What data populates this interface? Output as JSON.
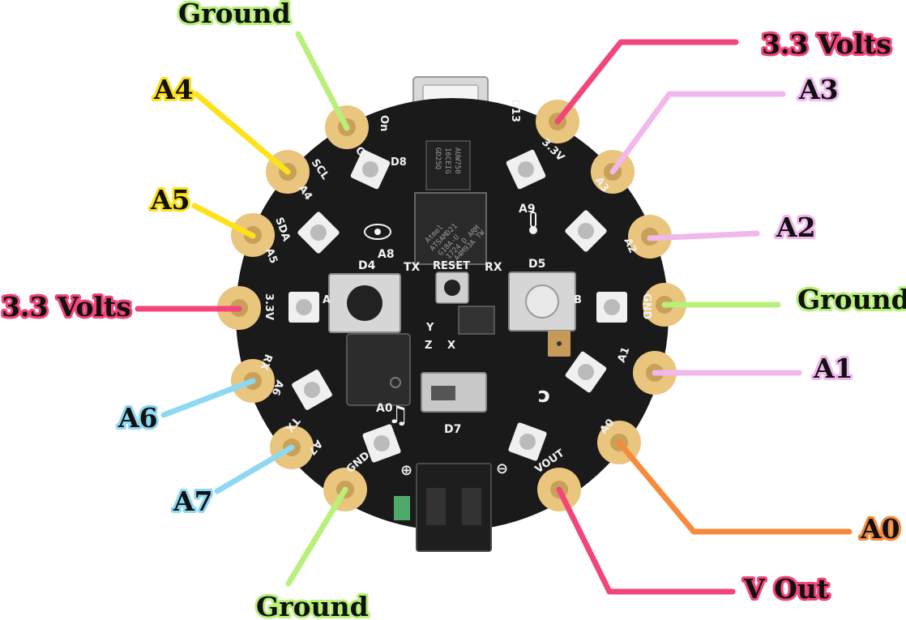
{
  "callouts": {
    "ground_top": "Ground",
    "a4": "A4",
    "a5": "A5",
    "v33_left": "3.3 Volts",
    "a6": "A6",
    "a7": "A7",
    "ground_bottom": "Ground",
    "v33_top": "3.3 Volts",
    "a3": "A3",
    "a2": "A2",
    "ground_right": "Ground",
    "a1": "A1",
    "a0": "A0",
    "vout": "V Out"
  },
  "silkscreen": {
    "on": "On",
    "d13": "D13",
    "gnd_top": "GND",
    "d8": "D8",
    "scl": "SCL",
    "a4": "A4",
    "sda": "SDA",
    "a5": "A5",
    "v33_left": "3.3V",
    "rx": "RX",
    "a6": "A6",
    "tx": "TX",
    "a7": "A7",
    "gnd_bottom": "GND",
    "v33_right": "3.3V",
    "a3": "A3",
    "a2": "A2",
    "gnd_right": "GND",
    "a1": "A1",
    "a0": "A0",
    "vout": "VOUT",
    "a9": "A9",
    "a8": "A8",
    "d4": "D4",
    "d5": "D5",
    "tx_mid": "TX",
    "rx_mid": "RX",
    "reset": "RESET",
    "button_a": "A",
    "button_b": "B",
    "axis_y": "Y",
    "axis_z": "Z",
    "axis_x": "X",
    "a0_mid": "A0",
    "d7": "D7",
    "plus": "⊕",
    "minus": "⊖"
  },
  "chips": {
    "mcu_brand": "Atmel",
    "mcu_part": "ATSAMD21",
    "mcu_line2": "G18A-U",
    "mcu_line3": "1724 D ARM",
    "mcu_line4": "A4M93A TW",
    "flash_line1": "GD25Q",
    "flash_line2": "16CEIG",
    "flash_line3": "AUW750"
  },
  "colors": {
    "ground": "#b8f07a",
    "v33": "#f2457a",
    "a4_a5": "#fde21a",
    "a6_a7": "#8ed8f2",
    "a1_a2_a3": "#f0b8ec",
    "a0": "#f78a3c",
    "vout": "#f2457a",
    "board": "#1a1a1a",
    "pad": "#e9c57e"
  }
}
